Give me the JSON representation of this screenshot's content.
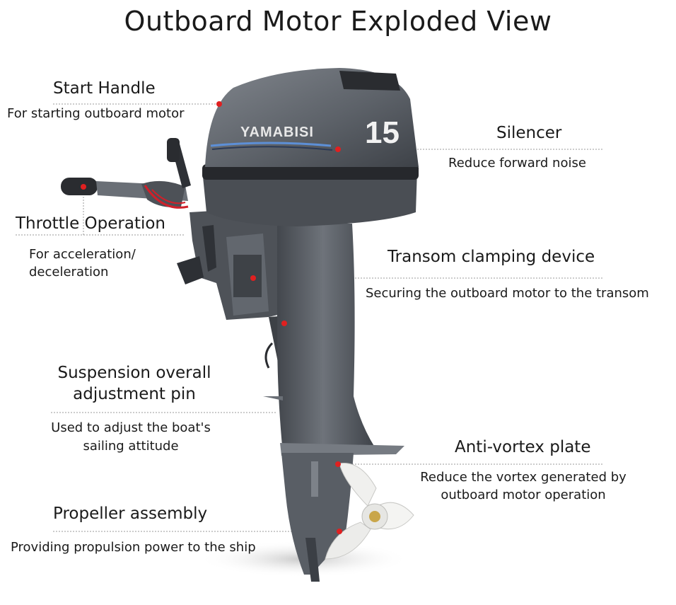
{
  "title": "Outboard Motor Exploded View",
  "brand": "YAMABISI",
  "model_number": "15",
  "colors": {
    "callout_dot": "#e02020",
    "motor_body": "#5b6067",
    "motor_dark": "#2e3136",
    "propeller": "#f4f4f2"
  },
  "parts": [
    {
      "name": "Start Handle",
      "description": "For starting outboard motor"
    },
    {
      "name": "Throttle Operation",
      "description": [
        "For acceleration/",
        "deceleration"
      ]
    },
    {
      "name": [
        "Suspension overall",
        "adjustment pin"
      ],
      "description": [
        "Used to adjust the boat's",
        "sailing attitude"
      ]
    },
    {
      "name": "Propeller assembly",
      "description": "Providing propulsion power to the ship"
    },
    {
      "name": "Silencer",
      "description": "Reduce forward noise"
    },
    {
      "name": "Transom clamping device",
      "description": "Securing the outboard motor to the transom"
    },
    {
      "name": "Anti-vortex plate",
      "description": [
        "Reduce the vortex generated by",
        "outboard motor operation"
      ]
    }
  ]
}
